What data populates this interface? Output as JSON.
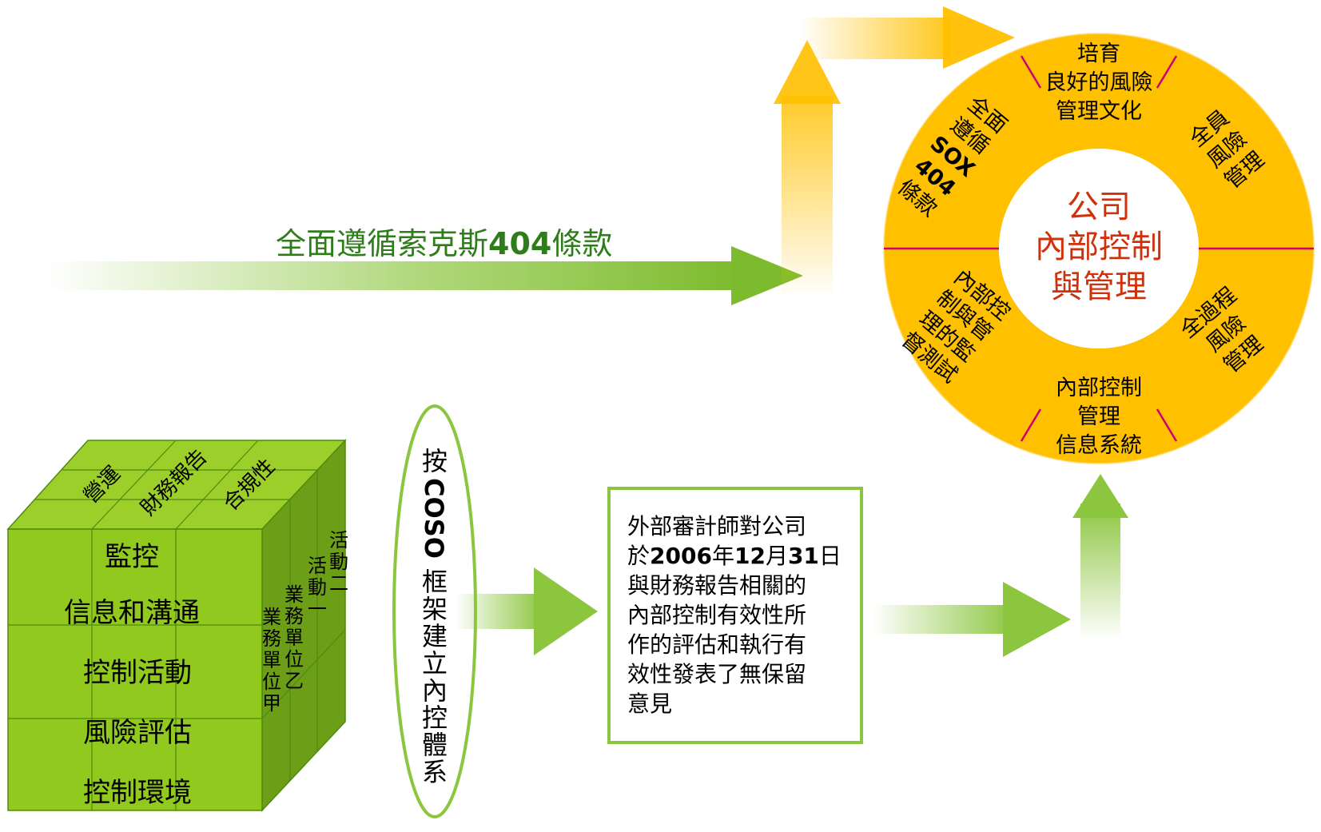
{
  "top_arrow_label": {
    "prefix": "全面遵循索克斯",
    "number": "404",
    "suffix": "條款"
  },
  "cube": {
    "top_labels": [
      "營運",
      "財務報告",
      "合規性"
    ],
    "front_labels": [
      "監控",
      "信息和溝通",
      "控制活動",
      "風險評估",
      "控制環境"
    ],
    "side_labels": [
      "活動二",
      "活動一",
      "業務單位乙",
      "業務單位甲"
    ]
  },
  "ellipse_label": [
    "按",
    "COSO",
    "框架建立內控體系"
  ],
  "auditor_box": {
    "lines": [
      [
        {
          "t": "外部審計師對公司",
          "b": false
        }
      ],
      [
        {
          "t": "於",
          "b": false
        },
        {
          "t": "2006",
          "b": true
        },
        {
          "t": "年",
          "b": false
        },
        {
          "t": "12",
          "b": true
        },
        {
          "t": "月",
          "b": false
        },
        {
          "t": "31",
          "b": true
        },
        {
          "t": "日",
          "b": false
        }
      ],
      [
        {
          "t": "與財務報告相關的",
          "b": false
        }
      ],
      [
        {
          "t": "內部控制有效性所",
          "b": false
        }
      ],
      [
        {
          "t": "作的評估和執行有",
          "b": false
        }
      ],
      [
        {
          "t": "效性發表了無保留",
          "b": false
        }
      ],
      [
        {
          "t": "意見",
          "b": false
        }
      ]
    ]
  },
  "ring": {
    "center": [
      "公司",
      "內部控制",
      "與管理"
    ],
    "segments": {
      "top": [
        "培育",
        "良好的風險",
        "管理文化"
      ],
      "upper_right": [
        "全員",
        "風險",
        "管理"
      ],
      "lower_right": [
        "全過程",
        "風險",
        "管理"
      ],
      "bottom": [
        "內部控制",
        "管理",
        "信息系統"
      ],
      "lower_left": [
        "內部控",
        "制與管",
        "理的監",
        "督測試"
      ],
      "upper_left": [
        "全面",
        "遵循",
        "SOX",
        "404",
        "條款"
      ]
    }
  },
  "colors": {
    "ring_fill": "#ffc000",
    "ring_divider": "#cc0077",
    "center_text": "#d0310a",
    "green_arrow": "#8cc63f",
    "cube_green": "#92c91e",
    "box_border": "#8cc63f",
    "title_green": "#2e7d1a"
  }
}
